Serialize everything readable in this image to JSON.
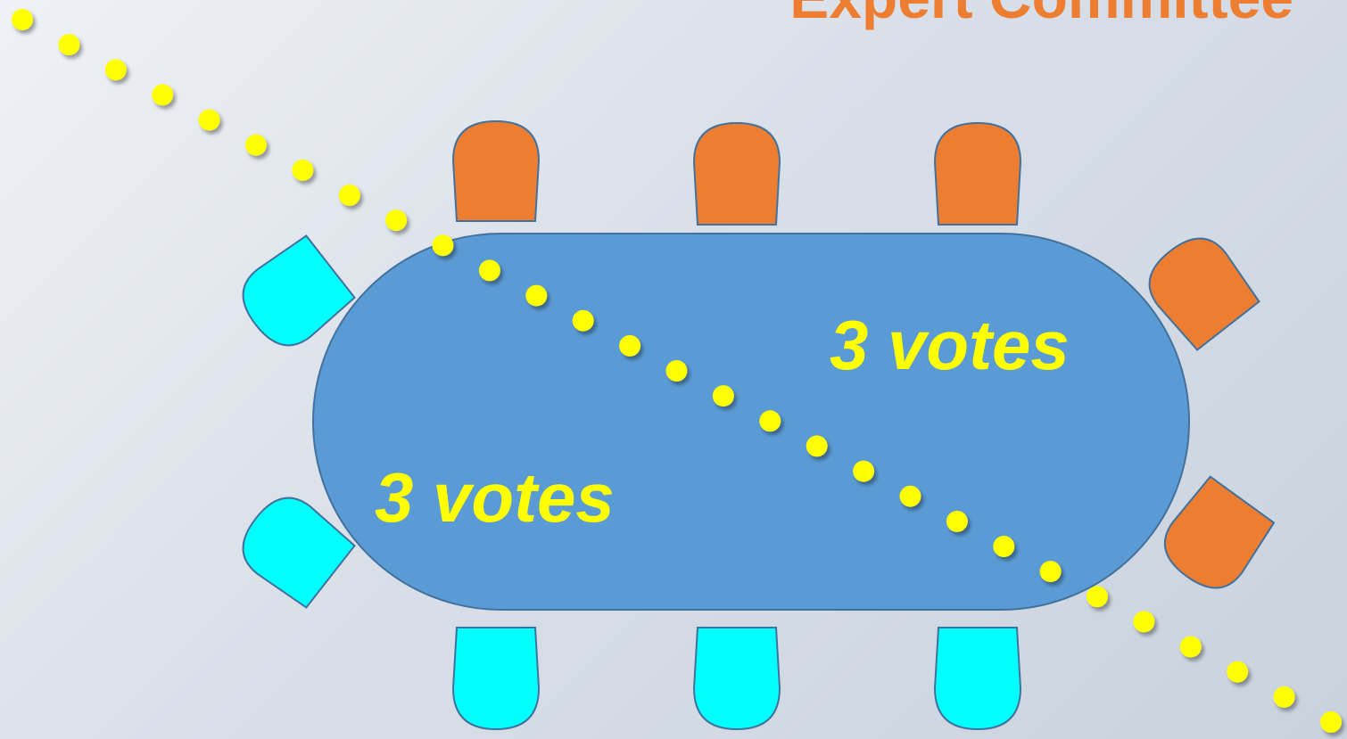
{
  "slide": {
    "title": "Expert Committee"
  },
  "table": {
    "color": "#5b9bd5",
    "stroke": "#41719c"
  },
  "groups": [
    {
      "side": "upper-right",
      "color": "#ed7d31",
      "seats": 5,
      "votes_label": "3 votes"
    },
    {
      "side": "lower-left",
      "color": "#00ffff",
      "seats": 5,
      "votes_label": "3 votes"
    }
  ],
  "divider": {
    "color": "#ffff00",
    "style": "dotted"
  }
}
